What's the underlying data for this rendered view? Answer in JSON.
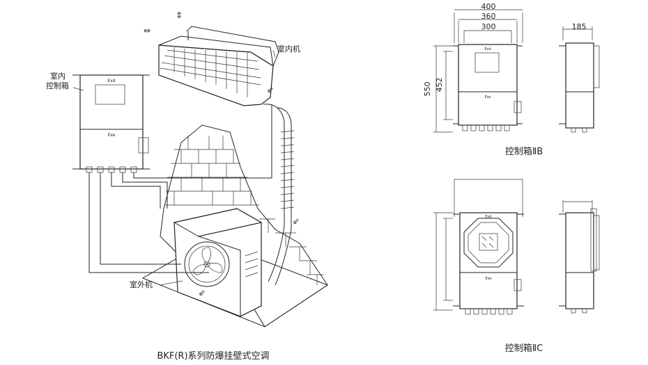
{
  "main_caption": "BKF(R)系列防爆挂壁式空调",
  "labels": {
    "indoor_unit": "室内机",
    "indoor_control_box_line1": "室内",
    "indoor_control_box_line2": "控制箱",
    "outdoor_unit": "室外机",
    "exd_mark": "Exd",
    "exe_mark": "Exe"
  },
  "box_b": {
    "caption": "控制箱ⅡB",
    "dims": {
      "w400": "400",
      "w360": "360",
      "w300": "300",
      "d185": "185",
      "h550": "550",
      "h452": "452"
    }
  },
  "box_c": {
    "caption": "控制箱ⅡC"
  }
}
